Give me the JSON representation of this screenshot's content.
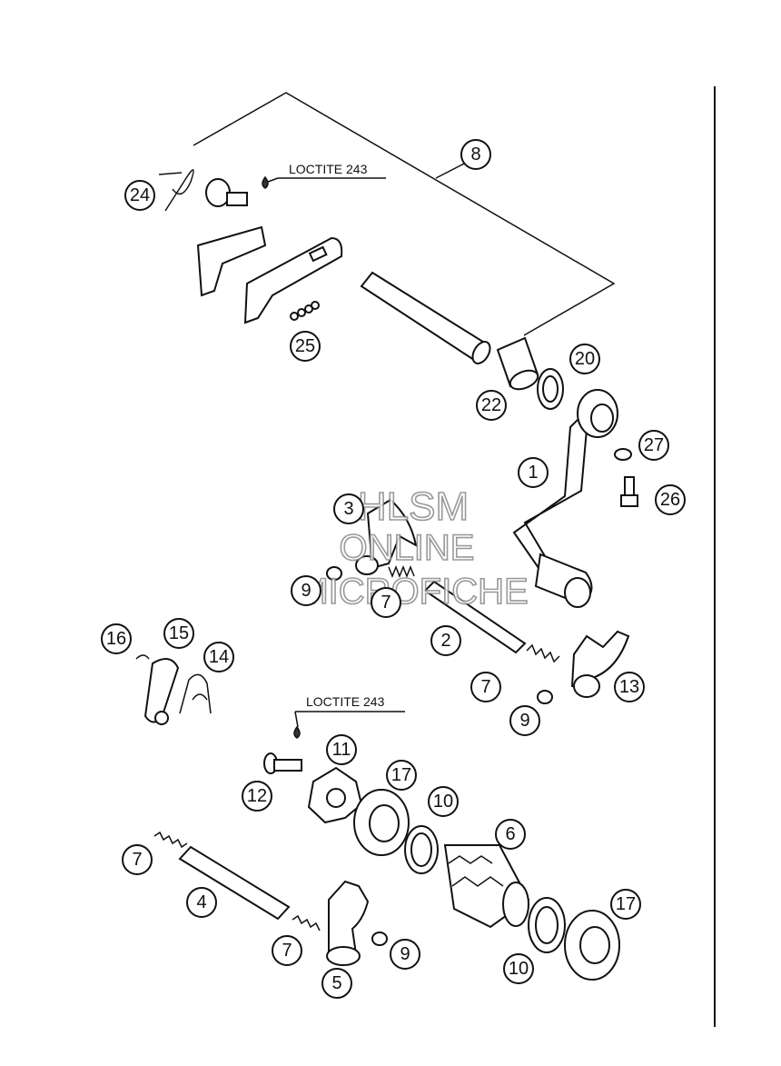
{
  "notes": [
    {
      "id": "note-top",
      "text": "LOCTITE 243"
    },
    {
      "id": "note-mid",
      "text": "LOCTITE 243"
    }
  ],
  "watermark": {
    "line1": "HLSM",
    "line2": "ONLINE",
    "line3": "MICROFICHE"
  },
  "callouts": [
    "8",
    "24",
    "25",
    "20",
    "22",
    "27",
    "1",
    "26",
    "3",
    "9",
    "7",
    "2",
    "7",
    "13",
    "9",
    "16",
    "15",
    "14",
    "11",
    "17",
    "10",
    "6",
    "12",
    "7",
    "4",
    "7",
    "9",
    "5",
    "10",
    "17"
  ]
}
